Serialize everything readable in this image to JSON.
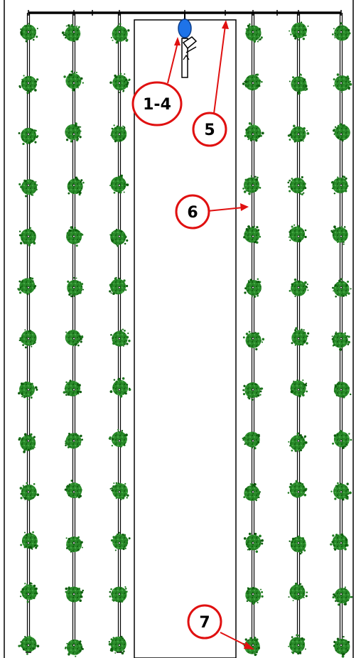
{
  "diagram": {
    "callouts": [
      {
        "label": "1-4"
      },
      {
        "label": "5"
      },
      {
        "label": "6"
      },
      {
        "label": "7"
      }
    ],
    "plant_rows": {
      "left_count": 3,
      "right_count": 3,
      "plants_per_row": 13
    },
    "colors": {
      "plant": "#1f7a1f",
      "plant_dark": "#0d5c0d",
      "pipe": "#000000",
      "callout": "#e01010",
      "valve": "#1e73e8",
      "background": "#ffffff"
    },
    "icons": {
      "valve": "valve-icon",
      "filter": "filter-icon",
      "plant": "plant-icon"
    }
  }
}
